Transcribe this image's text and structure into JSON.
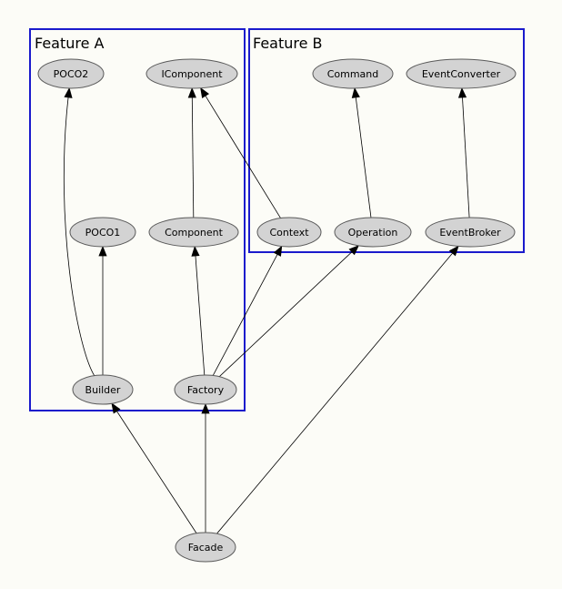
{
  "diagram": {
    "clusters": [
      {
        "id": "feature-a",
        "label": "Feature A"
      },
      {
        "id": "feature-b",
        "label": "Feature B"
      }
    ],
    "nodes": [
      {
        "id": "poco2",
        "label": "POCO2",
        "cluster": "feature-a"
      },
      {
        "id": "icomponent",
        "label": "IComponent",
        "cluster": "feature-a"
      },
      {
        "id": "poco1",
        "label": "POCO1",
        "cluster": "feature-a"
      },
      {
        "id": "component",
        "label": "Component",
        "cluster": "feature-a"
      },
      {
        "id": "builder",
        "label": "Builder",
        "cluster": "feature-a"
      },
      {
        "id": "factory",
        "label": "Factory",
        "cluster": "feature-a"
      },
      {
        "id": "command",
        "label": "Command",
        "cluster": "feature-b"
      },
      {
        "id": "eventconverter",
        "label": "EventConverter",
        "cluster": "feature-b"
      },
      {
        "id": "context",
        "label": "Context",
        "cluster": "feature-b"
      },
      {
        "id": "operation",
        "label": "Operation",
        "cluster": "feature-b"
      },
      {
        "id": "eventbroker",
        "label": "EventBroker",
        "cluster": "feature-b"
      },
      {
        "id": "facade",
        "label": "Facade",
        "cluster": null
      }
    ],
    "edges": [
      {
        "from": "builder",
        "to": "poco2"
      },
      {
        "from": "builder",
        "to": "poco1"
      },
      {
        "from": "component",
        "to": "icomponent"
      },
      {
        "from": "context",
        "to": "icomponent"
      },
      {
        "from": "factory",
        "to": "component"
      },
      {
        "from": "factory",
        "to": "context"
      },
      {
        "from": "factory",
        "to": "operation"
      },
      {
        "from": "operation",
        "to": "command"
      },
      {
        "from": "eventbroker",
        "to": "eventconverter"
      },
      {
        "from": "facade",
        "to": "builder"
      },
      {
        "from": "facade",
        "to": "factory"
      },
      {
        "from": "facade",
        "to": "eventbroker"
      }
    ],
    "colors": {
      "background": "#fcfcf7",
      "cluster_border": "#1a1acc",
      "node_fill": "#d3d3d3",
      "node_stroke": "#5a5a5a",
      "edge": "#000000"
    }
  }
}
